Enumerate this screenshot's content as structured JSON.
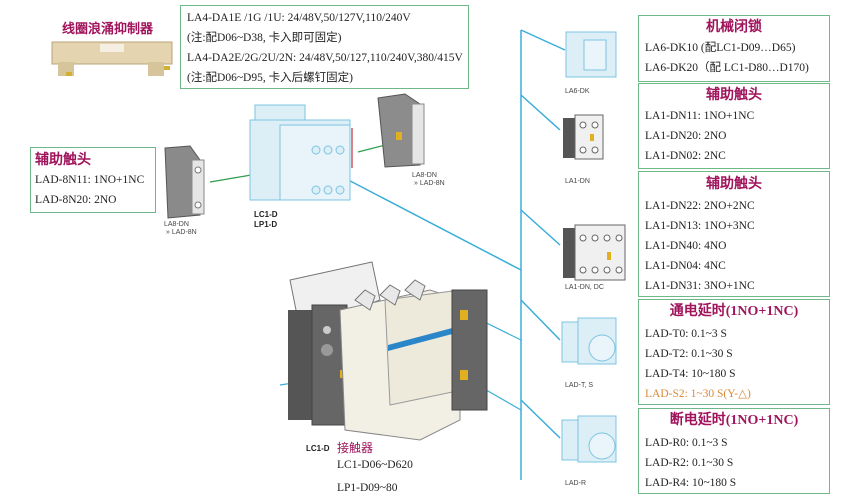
{
  "suppressor": {
    "title": "线圈浪涌抑制器",
    "lines": [
      "LA4-DA1E /1G /1U: 24/48V,50/127V,110/240V",
      "(注:配D06~D38, 卡入即可固定)",
      "LA4-DA2E/2G/2U/2N: 24/48V,50/127,110/240V,380/415V",
      "(注:配D06~D95, 卡入后螺钉固定)"
    ]
  },
  "left_aux": {
    "title": "辅助触头",
    "lines": [
      "LAD-8N11: 1NO+1NC",
      "LAD-8N20: 2NO"
    ]
  },
  "product_labels": {
    "la8_left": [
      "LA8-DN",
      "» LAD-8N"
    ],
    "la8_right": [
      "LA8-DN",
      "» LAD-8N"
    ],
    "lc1_small": [
      "LC1-D",
      "LP1-D"
    ],
    "la6dk": "LA6-DK",
    "la1dn": "LA1-DN",
    "la1dn_dc": "LA1-DN, DC",
    "ladts": "LAD-T, S",
    "ladr": "LAD-R"
  },
  "contactor": {
    "code": "LC1-D",
    "title": "接触器",
    "lines": [
      "LC1-D06~D620",
      "LP1-D09~80"
    ]
  },
  "right_panels": [
    {
      "title": "机械闭锁",
      "lines": [
        {
          "text": "LA6-DK10 (配LC1-D09…D65)"
        },
        {
          "text": "LA6-DK20（配 LC1-D80…D170)"
        }
      ]
    },
    {
      "title": "辅助触头",
      "lines": [
        {
          "text": "LA1-DN11: 1NO+1NC"
        },
        {
          "text": "LA1-DN20: 2NO"
        },
        {
          "text": "LA1-DN02: 2NC"
        }
      ]
    },
    {
      "title": "辅助触头",
      "lines": [
        {
          "text": "LA1-DN22: 2NO+2NC"
        },
        {
          "text": "LA1-DN13: 1NO+3NC"
        },
        {
          "text": "LA1-DN40: 4NO"
        },
        {
          "text": "LA1-DN04: 4NC"
        },
        {
          "text": "LA1-DN31: 3NO+1NC"
        }
      ]
    },
    {
      "title": "通电延时(1NO+1NC)",
      "lines": [
        {
          "text": "LAD-T0: 0.1~3 S"
        },
        {
          "text": "LAD-T2: 0.1~30 S"
        },
        {
          "text": "LAD-T4: 10~180 S"
        },
        {
          "text": "LAD-S2: 1~30 S(Y-△)",
          "highlight": true
        }
      ]
    },
    {
      "title": "断电延时(1NO+1NC)",
      "lines": [
        {
          "text": "LAD-R0: 0.1~3 S"
        },
        {
          "text": "LAD-R2: 0.1~30 S"
        },
        {
          "text": "LAD-R4: 10~180 S"
        }
      ]
    }
  ],
  "colors": {
    "border": "#6fb88a",
    "title": "#a0145c",
    "highlight": "#d98a3a",
    "connector_blue": "#3aaed8",
    "connector_green": "#2e9e4a"
  }
}
